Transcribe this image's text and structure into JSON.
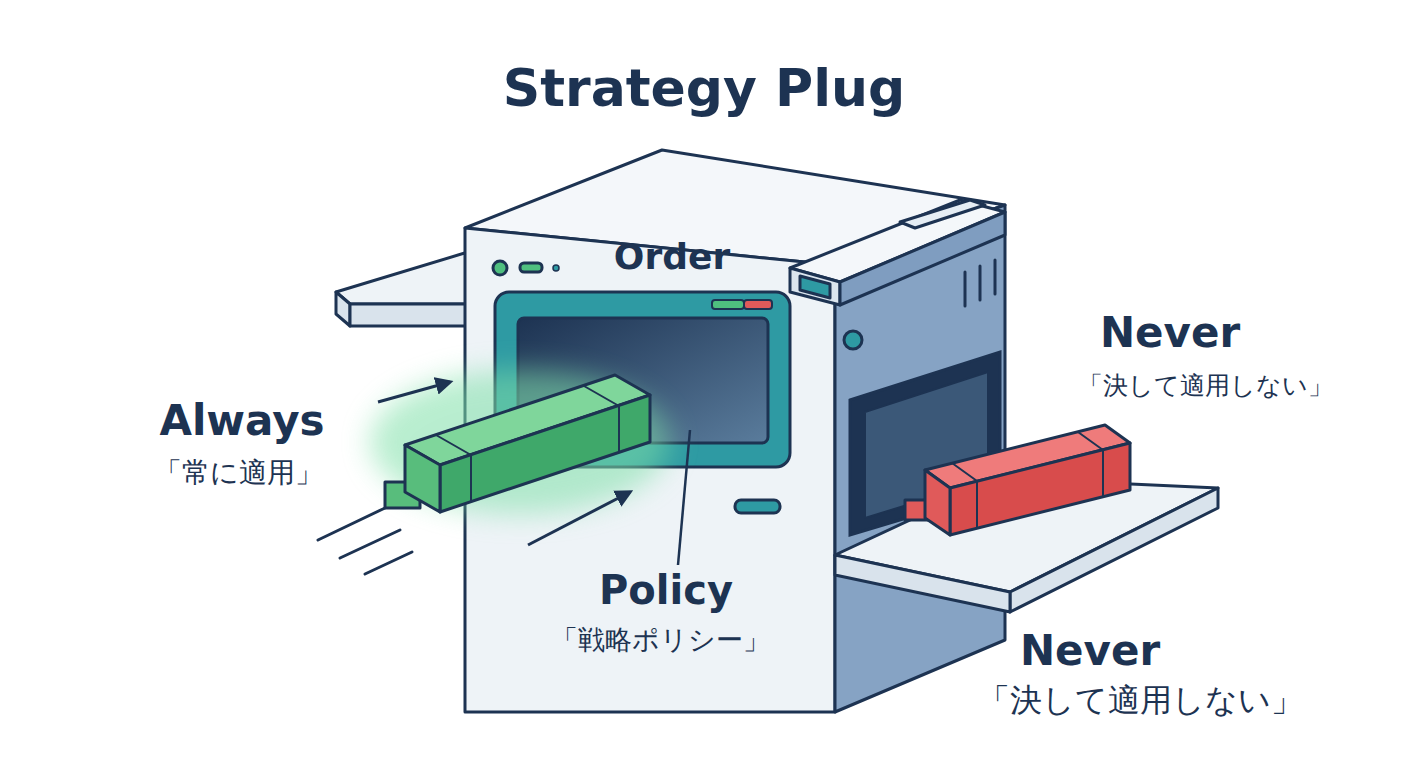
{
  "diagram": {
    "title": "Strategy Plug",
    "nodes": [
      {
        "text": [
          "Order"
        ]
      },
      {
        "text": [
          "Always",
          "「常に適用」"
        ]
      },
      {
        "text": [
          "Never",
          "「決して適用しない」"
        ]
      }
    ],
    "labels": [
      "Policy",
      "「戦略ポリシー」",
      "Never",
      "「決して適用しない」"
    ]
  }
}
